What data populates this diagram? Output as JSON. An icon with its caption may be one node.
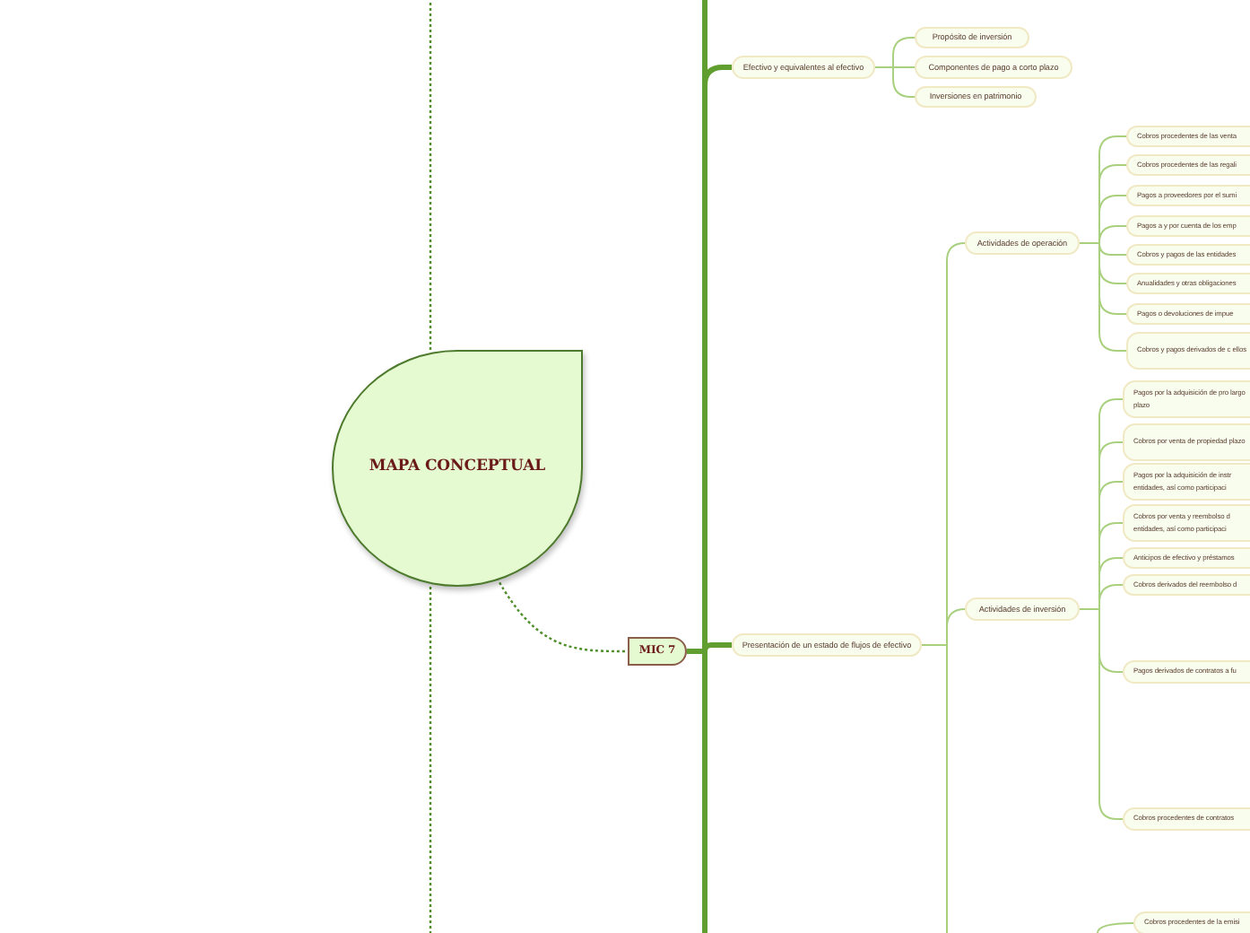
{
  "diagram": {
    "nodes": [
      {
        "text": [
          "MAPA CONCEPTUAL"
        ]
      },
      {
        "text": [
          "MIC 7"
        ]
      },
      {
        "text": [
          "Efectivo y equivalentes al efectivo"
        ]
      },
      {
        "text": [
          "Propósito de inversión"
        ]
      },
      {
        "text": [
          "Componentes de pago a corto plazo"
        ]
      },
      {
        "text": [
          "Inversiones en patrimonio"
        ]
      },
      {
        "text": [
          "Presentación de un estado de flujos de efectivo"
        ]
      },
      {
        "text": [
          "Actividades de operación"
        ]
      },
      {
        "text": [
          "Cobros procedentes de las venta"
        ]
      },
      {
        "text": [
          "Cobros procedentes de las regali"
        ]
      },
      {
        "text": [
          "Pagos a proveedores por el sumi"
        ]
      },
      {
        "text": [
          "Pagos a y por cuenta de los emp"
        ]
      },
      {
        "text": [
          "Cobros y pagos de las entidades"
        ]
      },
      {
        "text": [
          "Anualidades y otras obligaciones"
        ]
      },
      {
        "text": [
          "Pagos o devoluciones de impue"
        ]
      },
      {
        "text": [
          "Cobros y pagos derivados de c ellos"
        ]
      },
      {
        "text": [
          "Actividades de inversión"
        ]
      },
      {
        "text": [
          "Pagos por la adquisición de pro largo plazo"
        ]
      },
      {
        "text": [
          "Cobros por venta de propiedad plazo"
        ]
      },
      {
        "text": [
          "Pagos por la adquisición de instr entidades, así como participaci"
        ]
      },
      {
        "text": [
          "Cobros por venta y reembolso d entidades, así como participaci"
        ]
      },
      {
        "text": [
          "Anticipos de efectivo y préstamos"
        ]
      },
      {
        "text": [
          "Cobros derivados del reembolso d"
        ]
      },
      {
        "text": [
          "Pagos derivados de contratos a fu"
        ]
      },
      {
        "text": [
          "Cobros procedentes de contratos"
        ]
      },
      {
        "text": [
          "Cobros procedentes de la emisi"
        ]
      }
    ],
    "edges": [
      {
        "from": 0,
        "to": 1,
        "arrow": "none",
        "style": "dashed"
      },
      {
        "from": 0,
        "to": null,
        "arrow": "none",
        "style": "dashed"
      },
      {
        "from": 0,
        "to": null,
        "arrow": "none",
        "style": "dashed"
      },
      {
        "from": 1,
        "to": 2,
        "arrow": "none",
        "style": "thick"
      },
      {
        "from": 1,
        "to": 6,
        "arrow": "none",
        "style": "thick"
      },
      {
        "from": 1,
        "to": null,
        "arrow": "none",
        "style": "thick"
      },
      {
        "from": 1,
        "to": null,
        "arrow": "none",
        "style": "thick"
      },
      {
        "from": 2,
        "to": 3,
        "arrow": "none"
      },
      {
        "from": 2,
        "to": 4,
        "arrow": "none"
      },
      {
        "from": 2,
        "to": 5,
        "arrow": "none"
      },
      {
        "from": 6,
        "to": 7,
        "arrow": "none"
      },
      {
        "from": 6,
        "to": 16,
        "arrow": "none"
      },
      {
        "from": 6,
        "to": null,
        "arrow": "none"
      },
      {
        "from": 7,
        "to": 8,
        "arrow": "none"
      },
      {
        "from": 7,
        "to": 9,
        "arrow": "none"
      },
      {
        "from": 7,
        "to": 10,
        "arrow": "none"
      },
      {
        "from": 7,
        "to": 11,
        "arrow": "none"
      },
      {
        "from": 7,
        "to": 12,
        "arrow": "none"
      },
      {
        "from": 7,
        "to": 13,
        "arrow": "none"
      },
      {
        "from": 7,
        "to": 14,
        "arrow": "none"
      },
      {
        "from": 7,
        "to": 15,
        "arrow": "none"
      },
      {
        "from": 16,
        "to": 17,
        "arrow": "none"
      },
      {
        "from": 16,
        "to": 18,
        "arrow": "none"
      },
      {
        "from": 16,
        "to": 19,
        "arrow": "none"
      },
      {
        "from": 16,
        "to": 20,
        "arrow": "none"
      },
      {
        "from": 16,
        "to": 21,
        "arrow": "none"
      },
      {
        "from": 16,
        "to": 22,
        "arrow": "none"
      },
      {
        "from": 16,
        "to": 23,
        "arrow": "none"
      },
      {
        "from": 16,
        "to": 24,
        "arrow": "none"
      },
      {
        "from": null,
        "to": 25,
        "arrow": "none"
      }
    ]
  }
}
